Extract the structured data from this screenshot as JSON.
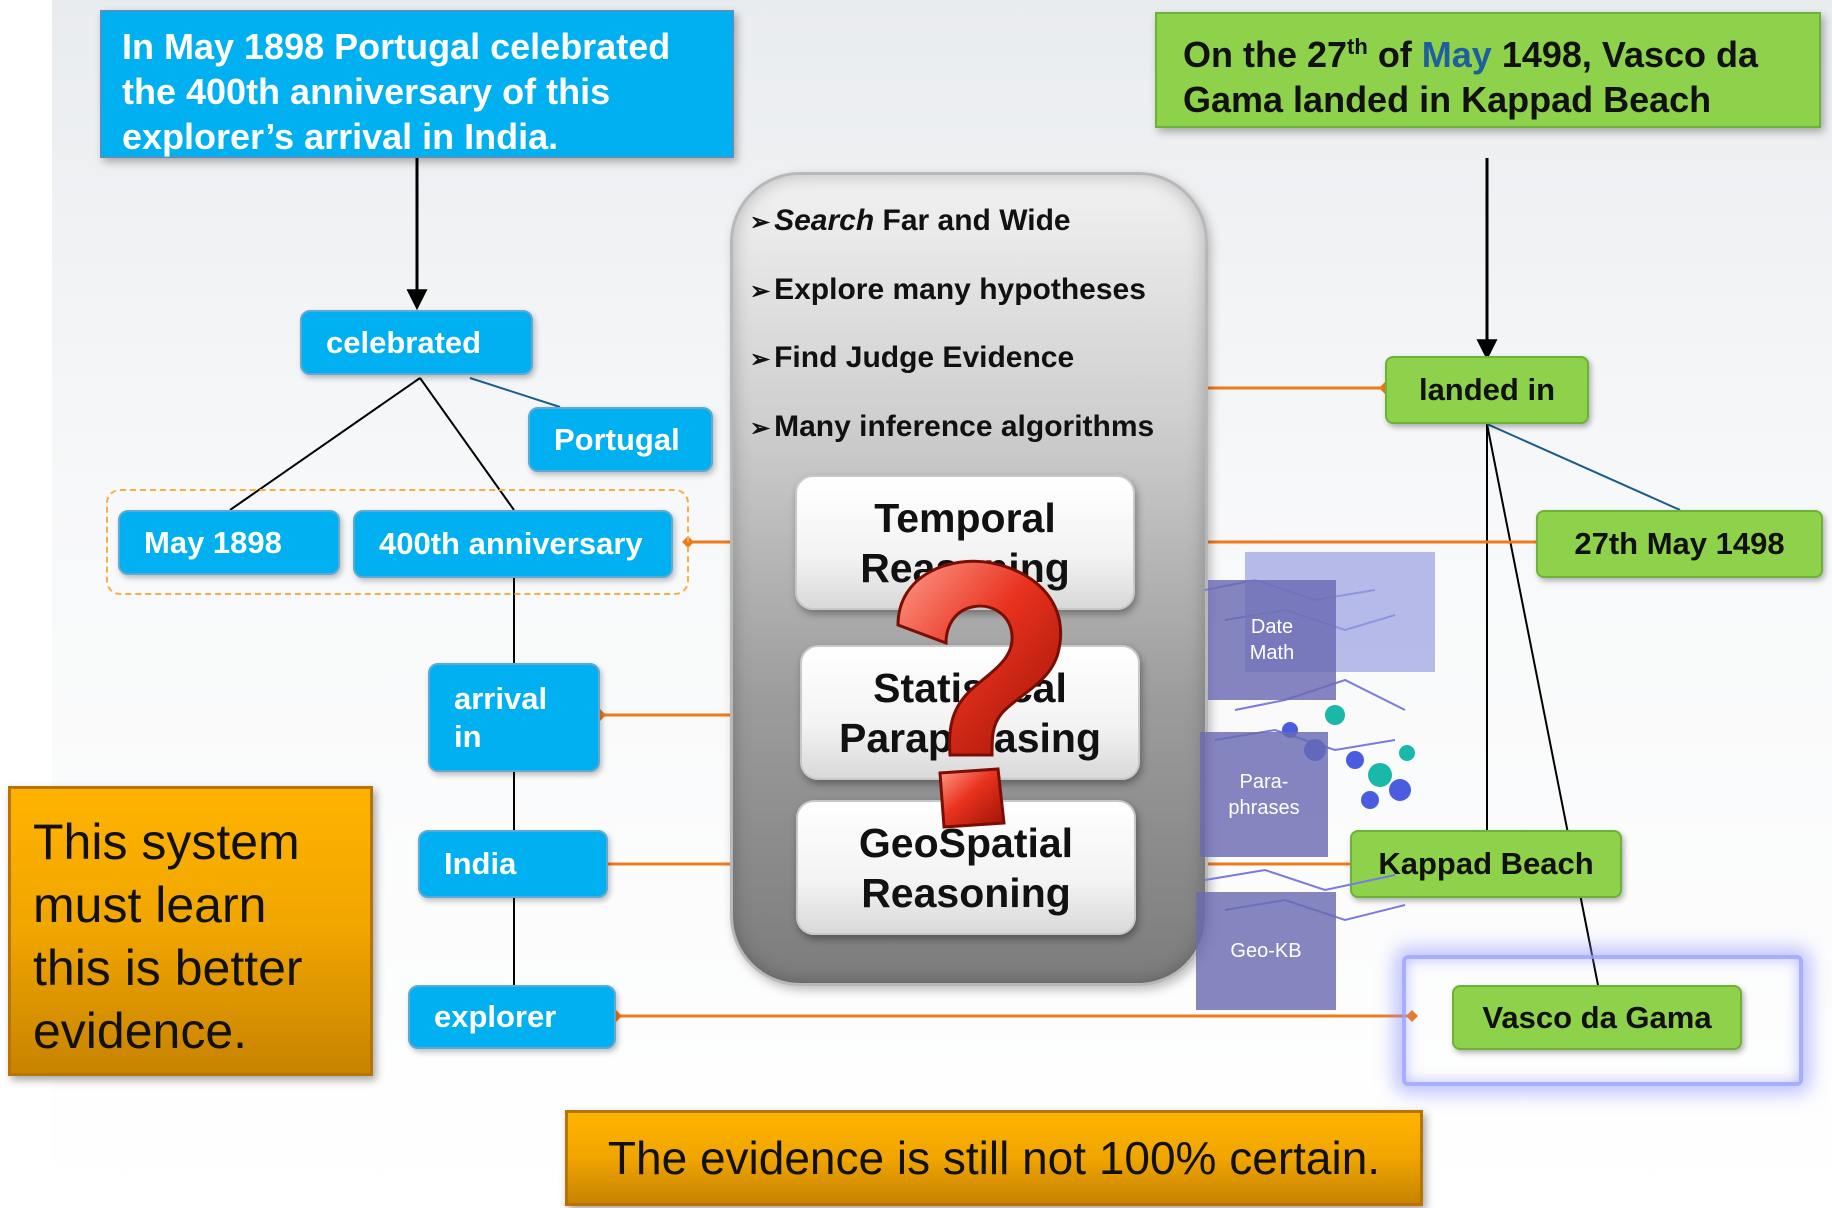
{
  "question_left": [
    "In May 1898 Portugal celebrated",
    "the 400th anniversary of this",
    "explorer’s arrival in India."
  ],
  "question_right": {
    "prefix": "On the 27",
    "sup": "th",
    "of": " of ",
    "may": "May",
    "rest": " 1498, Vasco da",
    "line2": "Gama landed in Kappad Beach"
  },
  "left_nodes": {
    "celebrated": "celebrated",
    "portugal": "Portugal",
    "may1898": "May 1898",
    "anniversary": "400th anniversary",
    "arrival_1": "arrival",
    "arrival_2": "in",
    "india": "India",
    "explorer": "explorer"
  },
  "right_nodes": {
    "landed_in": "landed in",
    "date": "27th May 1498",
    "kappad": "Kappad Beach",
    "vasco": "Vasco da Gama"
  },
  "panel": {
    "bullets": [
      {
        "em": "Search",
        "text": " Far and Wide"
      },
      {
        "em": "",
        "text": "Explore many hypotheses"
      },
      {
        "em": "",
        "text": "Find Judge Evidence"
      },
      {
        "em": "",
        "text": "Many inference algorithms"
      }
    ],
    "tiles": [
      {
        "line1": "Temporal",
        "line2": "Reasoning"
      },
      {
        "line1": "Statistical",
        "line2": "Paraphrasing"
      },
      {
        "line1": "GeoSpatial",
        "line2": "Reasoning"
      }
    ]
  },
  "kbs": {
    "date_math_1": "Date",
    "date_math_2": "Math",
    "para_1": "Para-",
    "para_2": "phrases",
    "geo": "Geo-KB"
  },
  "callouts": {
    "learn": [
      "This system",
      "must learn",
      "this is better",
      "evidence."
    ],
    "certain": "The evidence is still not 100% certain."
  },
  "colors": {
    "blue": "#00b0f0",
    "green": "#8ed14b",
    "orange_line": "#f07a1a",
    "orange_box": "#f0a500"
  }
}
